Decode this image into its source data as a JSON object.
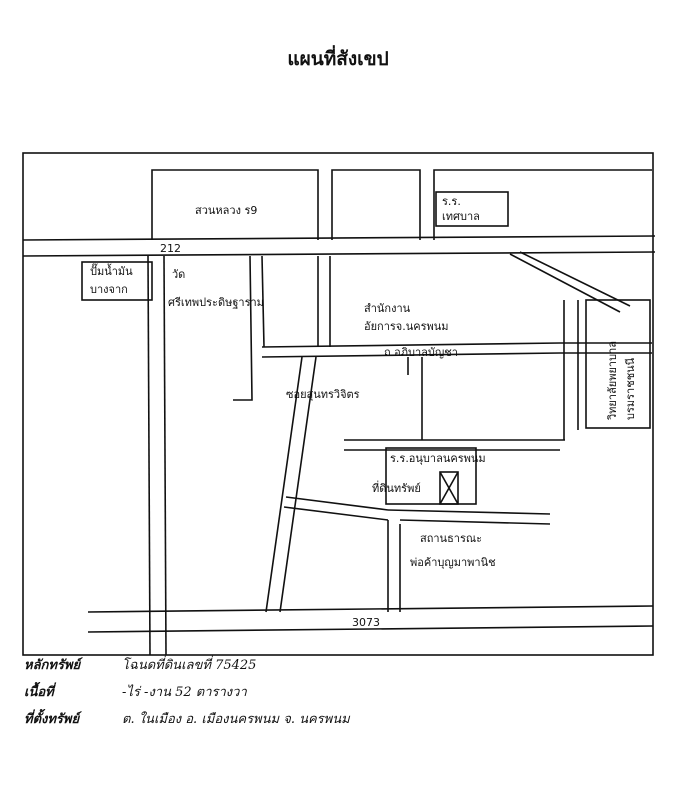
{
  "title": "แผนที่สังเขป",
  "labels": {
    "park": "สวนหลวง ร9",
    "school_rs": "ร.ร.",
    "school_rs_name": "เทศบาล",
    "road_212": "212",
    "gas_station": "ปั๊มน้ำมัน",
    "gas_station_2": "บางจาก",
    "temple_1": "วัด",
    "temple_2": "ศรีเทพประดิษฐาราม",
    "police": "สำนักงาน",
    "police_2": "อัยการจ.นครพนม",
    "road_name": "ถ.อภิบาลบัญชา",
    "soi": "ซอยสุนทรวิจิตร",
    "college": "วิทยาลัยพยาบาล",
    "college_2": "บรมราชชนนี",
    "school_2": "ร.ร.อนุบาลนครพนม",
    "property": "ที่ดินทรัพย์",
    "hospital_1": "สถานธารณะ",
    "hospital_2": "พ่อค้าบุญมาพานิช",
    "road_3073": "3073"
  },
  "info": {
    "deed_label": "หลักทรัพย์",
    "deed_value": "โฉนดที่ดินเลขที่ 75425",
    "area_label": "เนื้อที่",
    "area_value": "-ไร่  -งาน  52 ตารางวา",
    "location_label": "ที่ตั้งทรัพย์",
    "location_value": "ต. ในเมือง   อ. เมืองนครพนม   จ. นครพนม"
  }
}
